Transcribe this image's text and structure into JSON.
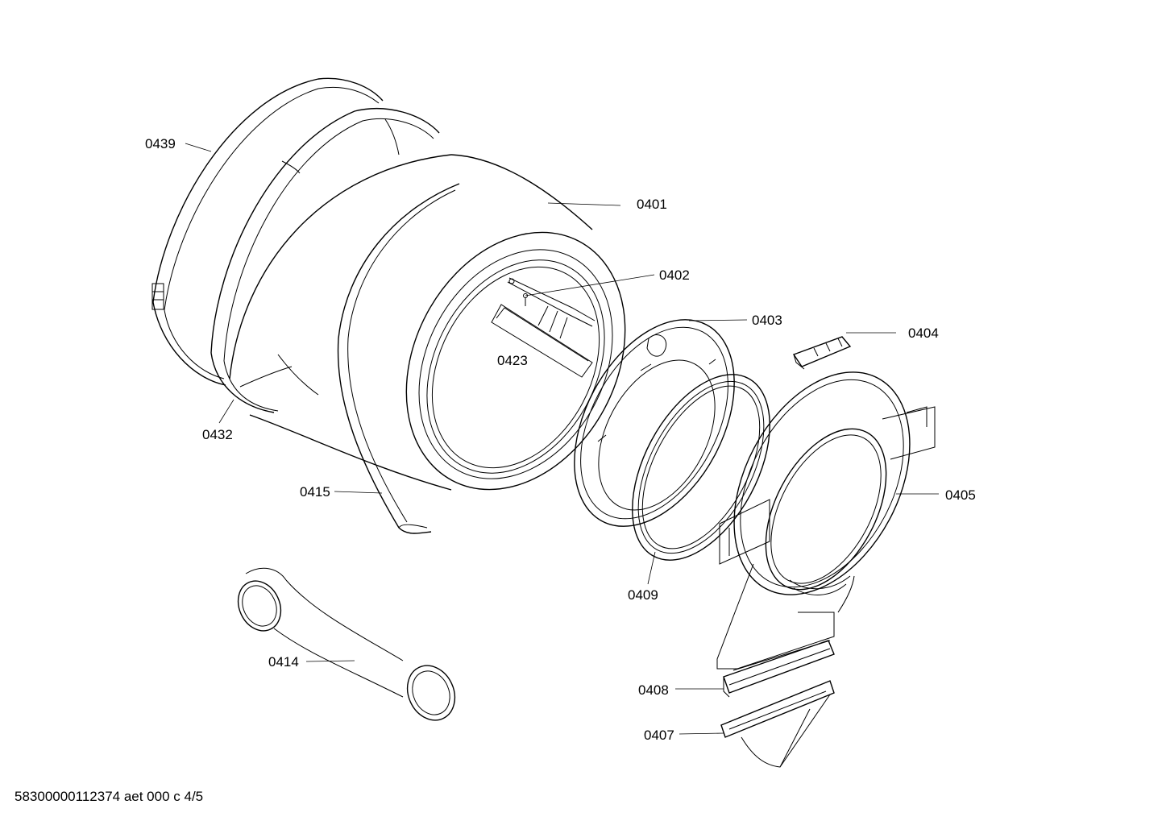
{
  "callouts": {
    "c0439": "0439",
    "c0401": "0401",
    "c0402": "0402",
    "c0423": "0423",
    "c0403": "0403",
    "c0404": "0404",
    "c0432": "0432",
    "c0415": "0415",
    "c0405": "0405",
    "c0409": "0409",
    "c0414": "0414",
    "c0408": "0408",
    "c0407": "0407"
  },
  "footer": {
    "document_id": "58300000112374 aet 000 c 4/5"
  },
  "colors": {
    "line": "#000000",
    "background": "#ffffff"
  }
}
